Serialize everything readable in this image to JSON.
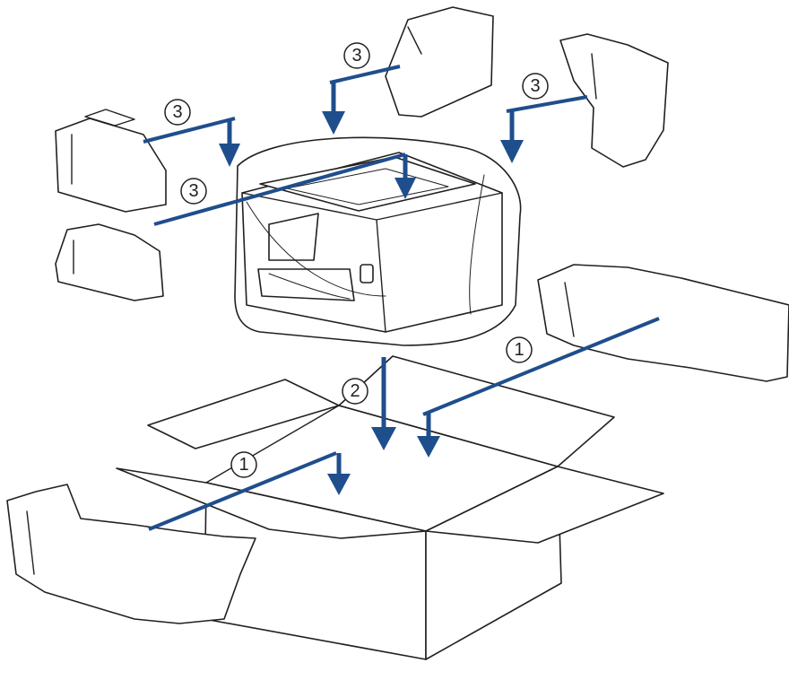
{
  "colors": {
    "accent": "#1f4e8c",
    "outline": "#231f20",
    "background": "#ffffff"
  },
  "callouts": [
    {
      "id": "packing-foam-bottom-left",
      "label": "1"
    },
    {
      "id": "packing-foam-right",
      "label": "1"
    },
    {
      "id": "printer-into-box",
      "label": "2"
    },
    {
      "id": "top-left-piece",
      "label": "3"
    },
    {
      "id": "top-center-piece",
      "label": "3"
    },
    {
      "id": "top-right-piece",
      "label": "3"
    },
    {
      "id": "middle-left-piece",
      "label": "3"
    }
  ],
  "icons": {
    "printer": "printer-in-bag-icon",
    "box": "open-cardboard-box-icon",
    "arrow": "down-arrow-icon"
  }
}
